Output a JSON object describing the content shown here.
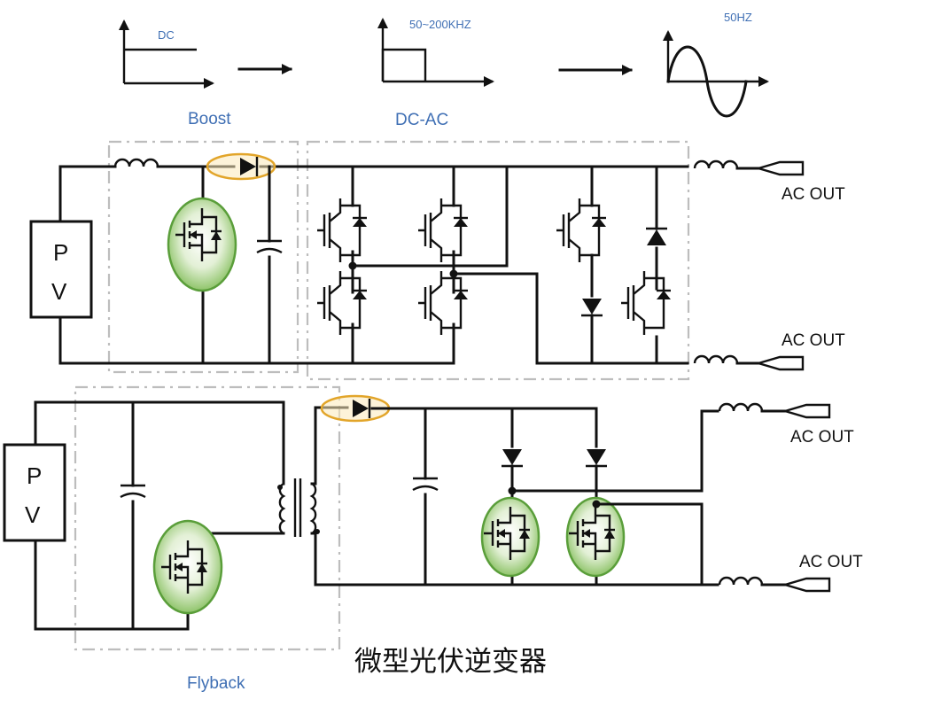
{
  "waveforms": {
    "dc_label": "DC",
    "pwm_label": "50~200KHZ",
    "sine_label": "50HZ",
    "boost_label": "Boost",
    "dcac_label": "DC-AC"
  },
  "top_circuit": {
    "pv_label_top": "P",
    "pv_label_bottom": "V",
    "ac_out_1": "AC OUT",
    "ac_out_2": "AC OUT"
  },
  "bottom_circuit": {
    "pv_label_top": "P",
    "pv_label_bottom": "V",
    "ac_out_1": "AC OUT",
    "ac_out_2": "AC OUT",
    "flyback_label": "Flyback"
  },
  "caption": "微型光伏逆变器",
  "colors": {
    "label_blue": "#3f6fb4",
    "highlight_green": "#5a9e3a",
    "highlight_orange": "#e2a52a",
    "dashed_box": "#bdbdbd"
  }
}
